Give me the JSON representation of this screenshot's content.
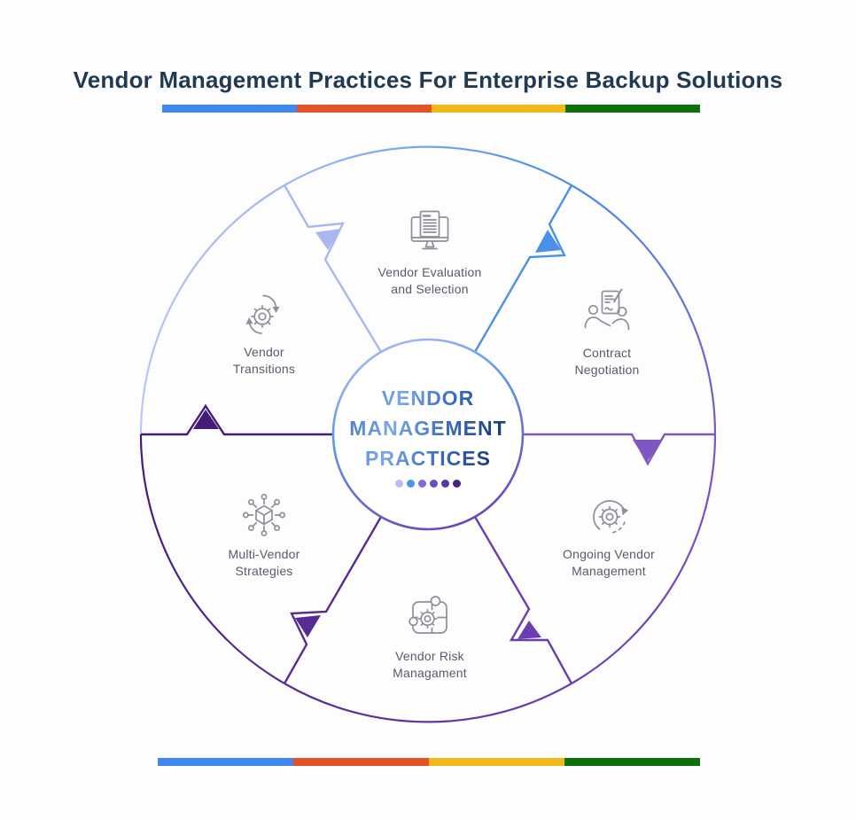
{
  "title": "Vendor Management Practices For Enterprise Backup Solutions",
  "title_color": "#1f3a52",
  "divider_bar": {
    "colors": [
      "#4187f0",
      "#e25426",
      "#f2b818",
      "#0b710b"
    ]
  },
  "center": {
    "lines": [
      "VENDOR",
      "MANAGEMENT",
      "PRACTICES"
    ],
    "text_gradient": [
      "#4a7ecf",
      "#7aa7ec",
      "#3a6cc0",
      "#1c3f7e"
    ],
    "dots": [
      "#b6bdf3",
      "#4f93ea",
      "#7e6bd6",
      "#6b4dc4",
      "#5936a8",
      "#471f87"
    ]
  },
  "sections": [
    {
      "line1": "Vendor Evaluation",
      "line2": "and Selection",
      "icon": "monitor-document"
    },
    {
      "line1": "Contract",
      "line2": "Negotiation",
      "icon": "contract-negotiation"
    },
    {
      "line1": "Ongoing Vendor",
      "line2": "Management",
      "icon": "gear-refresh"
    },
    {
      "line1": "Vendor Risk",
      "line2": "Managament",
      "icon": "puzzle-gear"
    },
    {
      "line1": "Multi-Vendor",
      "line2": "Strategies",
      "icon": "network-cube"
    },
    {
      "line1": "Vendor",
      "line2": "Transitions",
      "icon": "sync-gear"
    }
  ],
  "ring": {
    "arcs": [
      {
        "from": "#bdc7f7",
        "to": "#a4b5f3"
      },
      {
        "from": "#9cb9f4",
        "to": "#4a90e8"
      },
      {
        "from": "#4a90e8",
        "to": "#7e57c2"
      },
      {
        "from": "#7e57c2",
        "to": "#6a3db2"
      },
      {
        "from": "#6a3db2",
        "to": "#572c92"
      },
      {
        "from": "#572c92",
        "to": "#421c76"
      }
    ],
    "dividers": [
      {
        "id": "topleft",
        "color": "#a9b6f2"
      },
      {
        "id": "topright",
        "color": "#4a90e8"
      },
      {
        "id": "right",
        "color": "#7e57c2"
      },
      {
        "id": "bottomright",
        "color": "#6a3db2"
      },
      {
        "id": "bottomleft",
        "color": "#572c92"
      },
      {
        "id": "left",
        "color": "#421c76"
      }
    ],
    "inner_stroke": {
      "from": "#a3b7f3",
      "mid": "#5d9ae9",
      "to": "#6f42b8"
    }
  },
  "icon_color": "#8e8f9a",
  "label_color": "#575a6b"
}
